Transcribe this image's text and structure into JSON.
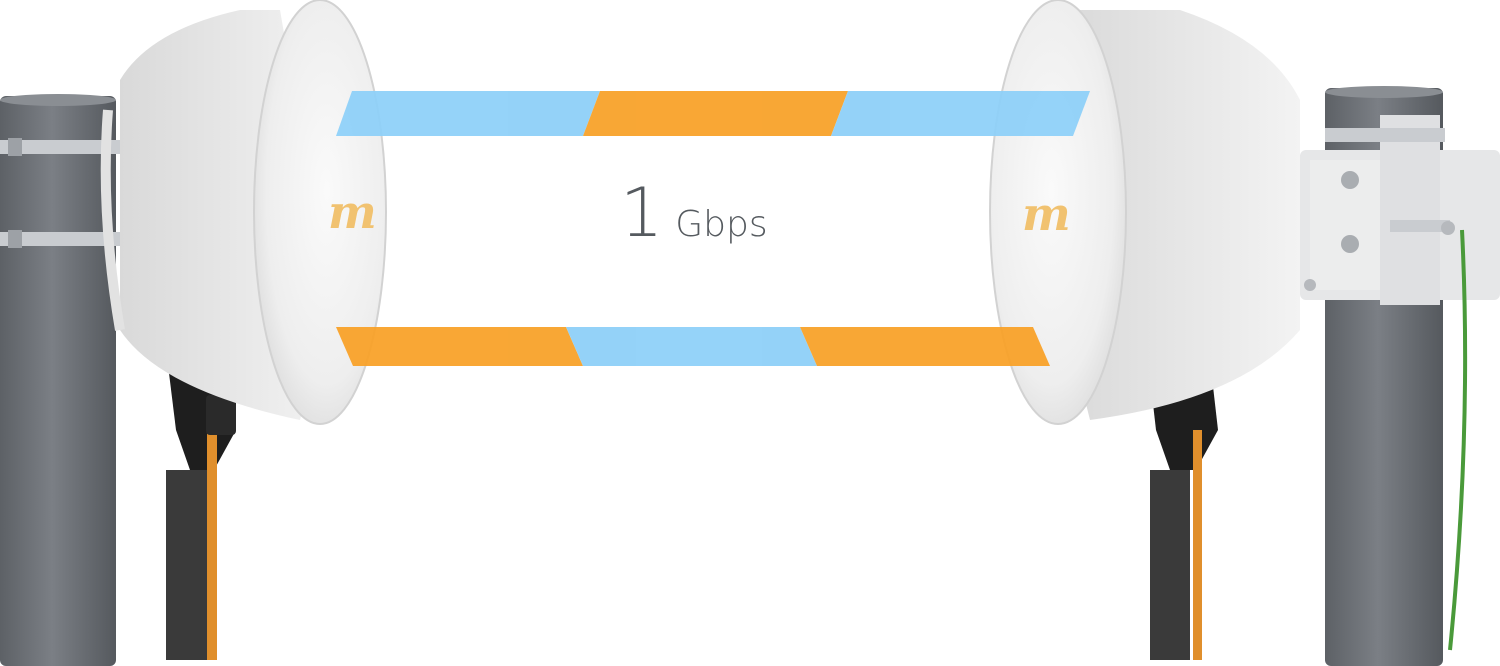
{
  "link": {
    "speed_value": "1",
    "speed_unit": "Gbps"
  },
  "brand": {
    "logo_glyph": "m"
  },
  "colors": {
    "band_blue": "#8ccff8",
    "band_orange": "#f8a024",
    "pole": "#6f7378",
    "radio_body": "#ececec",
    "logo": "#f1c270",
    "cable_orange": "#e09030",
    "cable_green": "#4a9a3a"
  },
  "icons": {
    "left_radio": "radio-antenna-icon",
    "right_radio": "radio-antenna-icon",
    "brand_mark": "mimosa-m-logo"
  }
}
